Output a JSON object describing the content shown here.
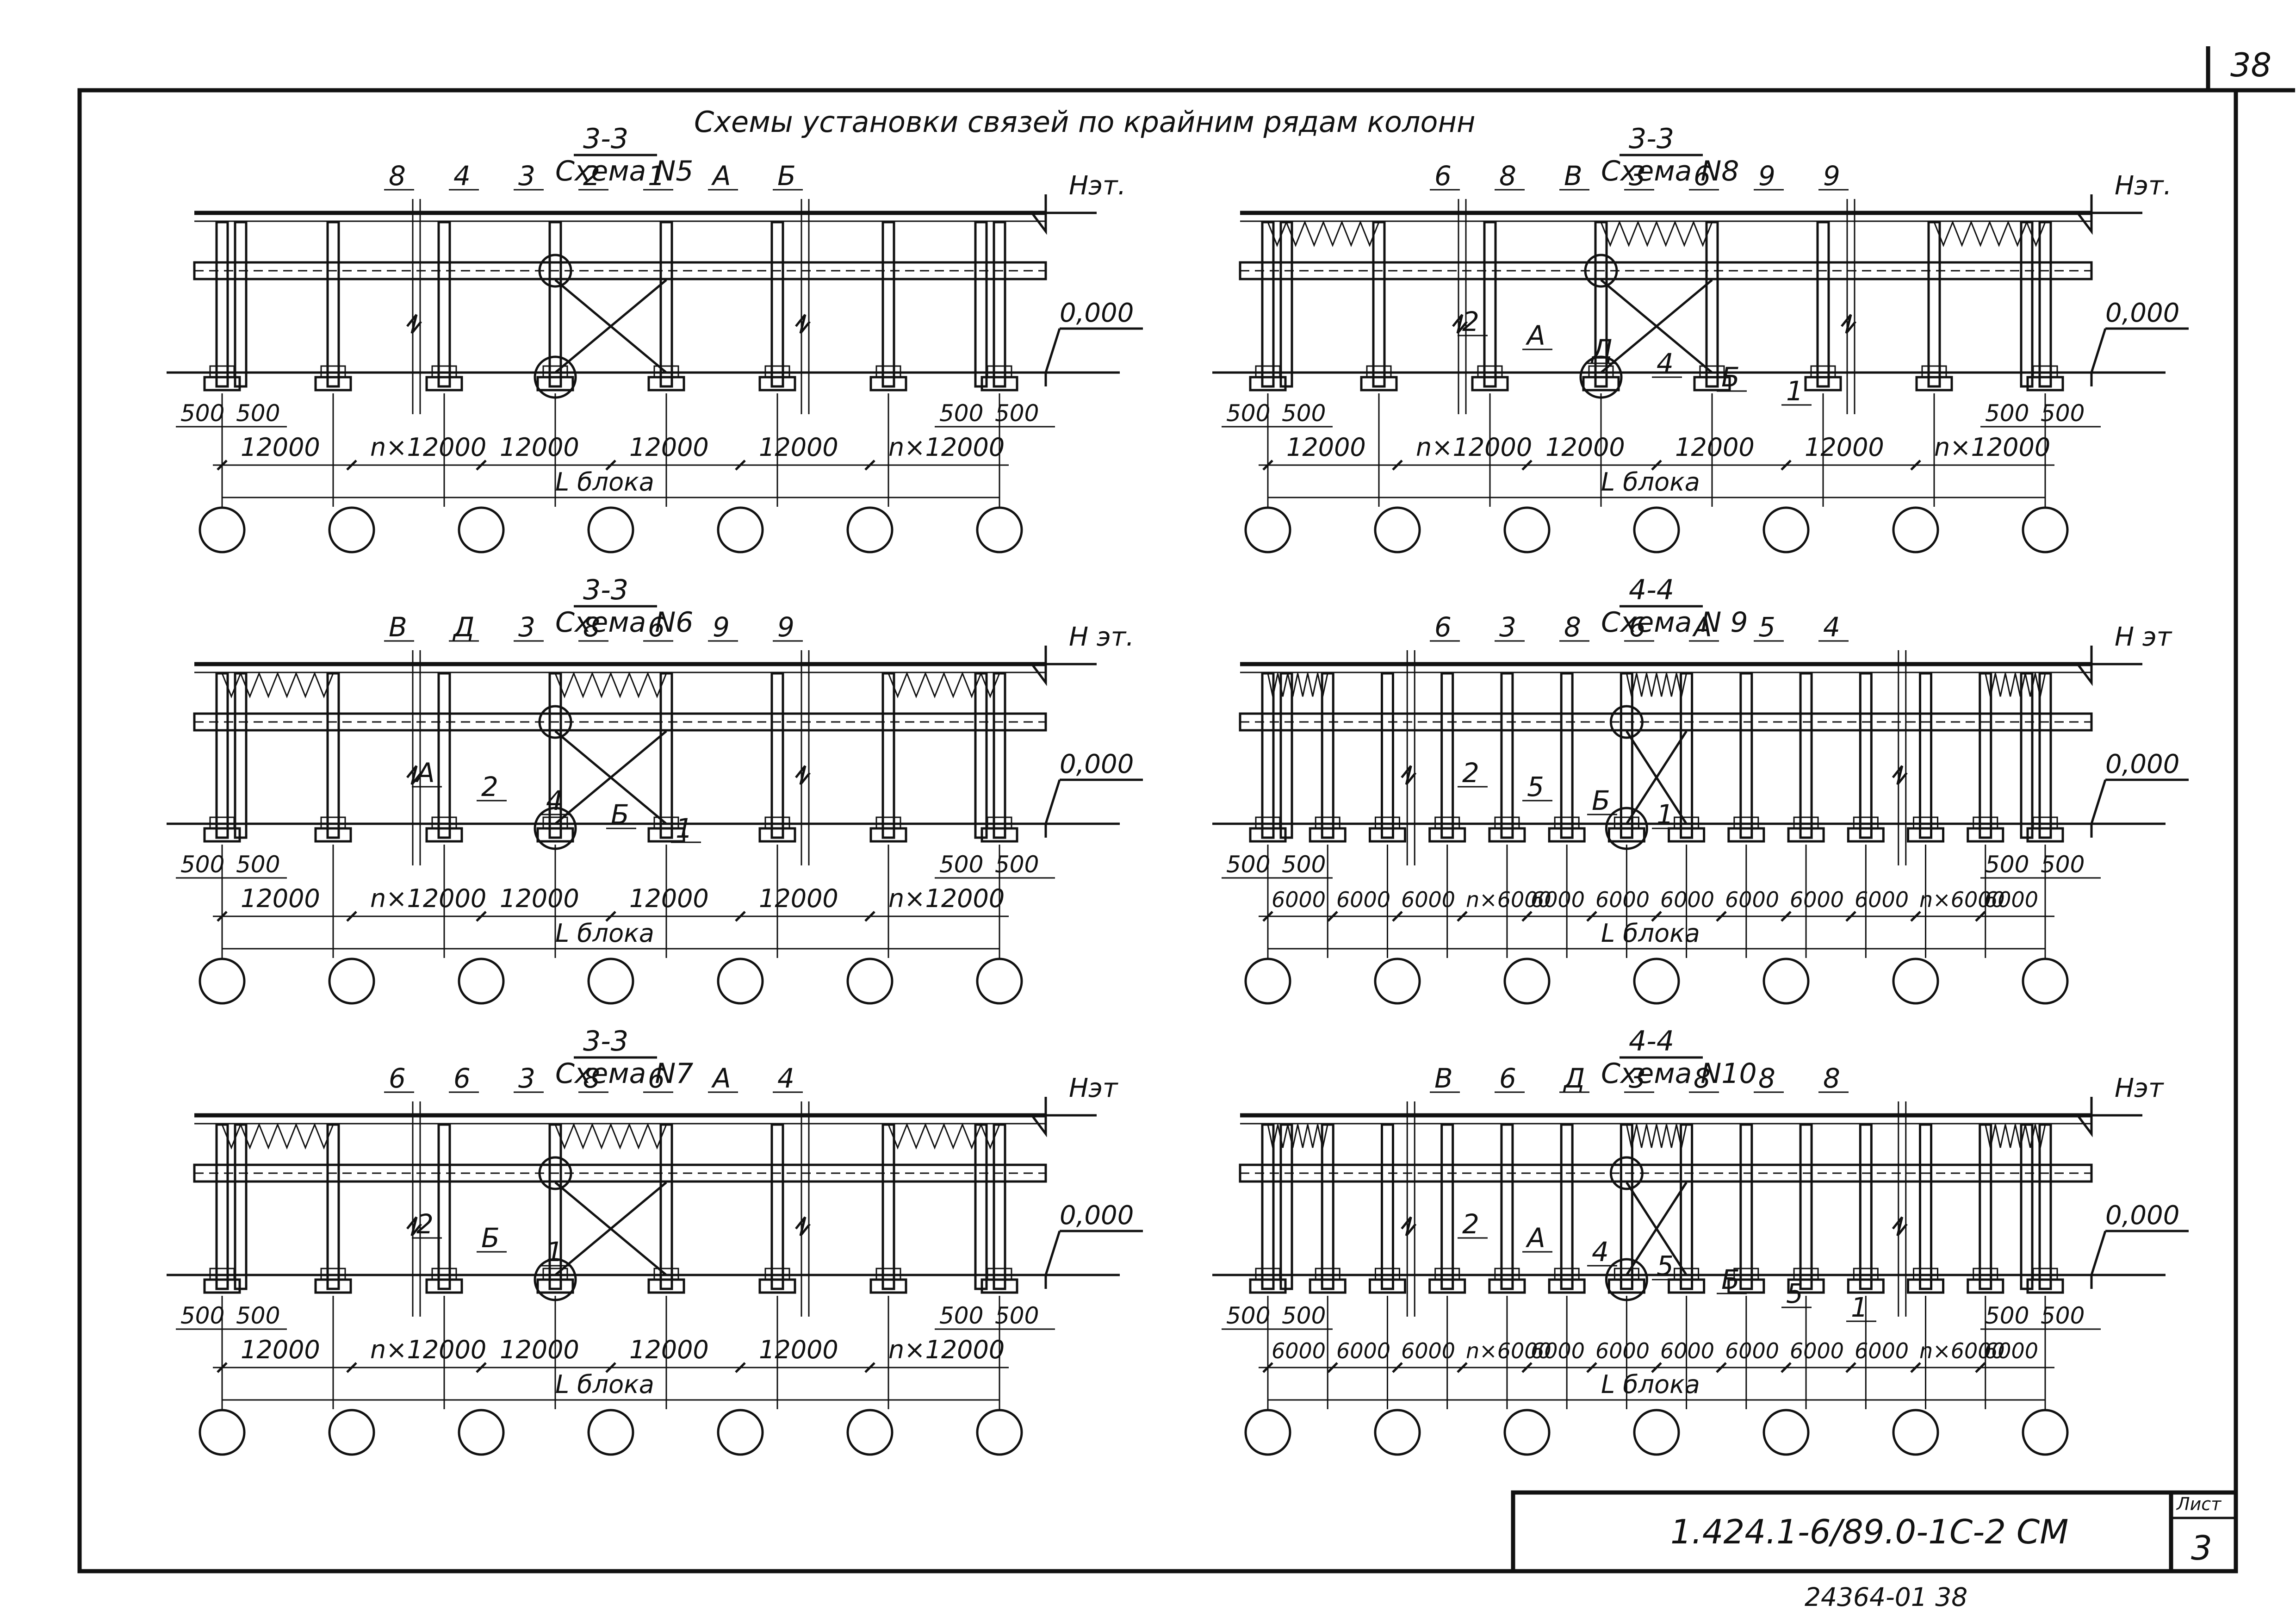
{
  "sheet": {
    "page_number": "38",
    "heading": "Схемы установки связей по крайним рядам колонн",
    "document_code": "1.424.1-6/89.0-1С-2 СМ",
    "sheet_label": "Лист",
    "sheet_number": "3",
    "archive_number": "24364-01  38"
  },
  "schemes": [
    {
      "id": "scheme5",
      "section": "3-3",
      "title": "Схема N5",
      "pitch": 12,
      "h_label": "Нэт.",
      "zero_label": "0,000",
      "bay_labels": [
        "12000",
        "n×12000",
        "12000",
        "12000",
        "12000",
        "n×12000"
      ],
      "end_labels": [
        "500",
        "500",
        "500",
        "500"
      ],
      "block_label": "L блока",
      "callouts": [
        "8",
        "4",
        "3",
        "2",
        "1",
        "А",
        "Б"
      ]
    },
    {
      "id": "scheme8",
      "section": "3-3",
      "title": "Схема N8",
      "pitch": 12,
      "h_label": "Нэт.",
      "zero_label": "0,000",
      "bay_labels": [
        "12000",
        "n×12000",
        "12000",
        "12000",
        "12000",
        "n×12000"
      ],
      "end_labels": [
        "500",
        "500",
        "500",
        "500"
      ],
      "block_label": "L блока",
      "callouts": [
        "6",
        "8",
        "В",
        "3",
        "6",
        "9",
        "9",
        "2",
        "А",
        "Д",
        "4",
        "Б",
        "1"
      ]
    },
    {
      "id": "scheme6",
      "section": "3-3",
      "title": "Схема N6",
      "pitch": 12,
      "h_label": "Н эт.",
      "zero_label": "0,000",
      "bay_labels": [
        "12000",
        "n×12000",
        "12000",
        "12000",
        "12000",
        "n×12000"
      ],
      "end_labels": [
        "500",
        "500",
        "500",
        "500"
      ],
      "block_label": "L блока",
      "callouts": [
        "В",
        "Д",
        "3",
        "8",
        "6",
        "9",
        "9",
        "А",
        "2",
        "4",
        "Б",
        "1"
      ]
    },
    {
      "id": "scheme9",
      "section": "4-4",
      "title": "Схема N 9",
      "pitch": 6,
      "h_label": "Н эт",
      "zero_label": "0,000",
      "bay_labels": [
        "6000",
        "6000",
        "6000",
        "n×6000",
        "6000",
        "6000",
        "6000",
        "6000",
        "6000",
        "6000",
        "n×6000",
        "6000"
      ],
      "end_labels": [
        "500",
        "500",
        "500",
        "500"
      ],
      "block_label": "L блока",
      "callouts": [
        "6",
        "3",
        "8",
        "6",
        "А",
        "5",
        "4",
        "2",
        "5",
        "Б",
        "1"
      ]
    },
    {
      "id": "scheme7",
      "section": "3-3",
      "title": "Схема N7",
      "pitch": 12,
      "h_label": "Нэт",
      "zero_label": "0,000",
      "bay_labels": [
        "12000",
        "n×12000",
        "12000",
        "12000",
        "12000",
        "n×12000"
      ],
      "end_labels": [
        "500",
        "500",
        "500",
        "500"
      ],
      "block_label": "L блока",
      "callouts": [
        "6",
        "6",
        "3",
        "8",
        "6",
        "А",
        "4",
        "2",
        "Б",
        "1"
      ]
    },
    {
      "id": "scheme10",
      "section": "4-4",
      "title": "Схема N10",
      "pitch": 6,
      "h_label": "Нэт",
      "zero_label": "0,000",
      "bay_labels": [
        "6000",
        "6000",
        "6000",
        "n×6000",
        "6000",
        "6000",
        "6000",
        "6000",
        "6000",
        "6000",
        "n×6000",
        "6000"
      ],
      "end_labels": [
        "500",
        "500",
        "500",
        "500"
      ],
      "block_label": "L блока",
      "callouts": [
        "В",
        "6",
        "Д",
        "3",
        "8",
        "8",
        "8",
        "2",
        "А",
        "4",
        "5",
        "Б",
        "5",
        "1"
      ]
    }
  ]
}
